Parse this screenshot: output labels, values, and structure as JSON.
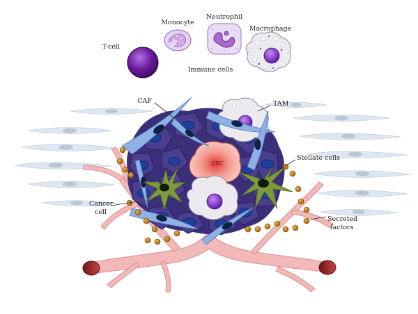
{
  "legend": {
    "tcell": "T-cell",
    "monocyte": "Monocyte",
    "neutrophil": "Neutrophil",
    "macrophage": "Macrophage",
    "caption": "Immune cells"
  },
  "labels": {
    "caf": "CAF",
    "tam": "TAM",
    "csc": "CSC",
    "stellate": "Stellate cells",
    "cancer_line1": "Cancer",
    "cancer_line2": "cell",
    "secreted_line1": "Secreted",
    "secreted_line2": "factors"
  },
  "colors": {
    "cancer_cell": "#3b2f7a",
    "cancer_nucleus": "#1e3f9c",
    "caf": "#8fb2e6",
    "stellate": "#7f9a3c",
    "vessel": "#f2b9b9",
    "vessel_end": "#9e2b2b",
    "secreted": "#c8860f",
    "fibroblast": "#dde6f1",
    "macrophage": "#ece9f1",
    "macrophage_nucleus": "#7a1fd0",
    "tcell": "#6a1b9a",
    "csc": "#f7c9c2"
  }
}
